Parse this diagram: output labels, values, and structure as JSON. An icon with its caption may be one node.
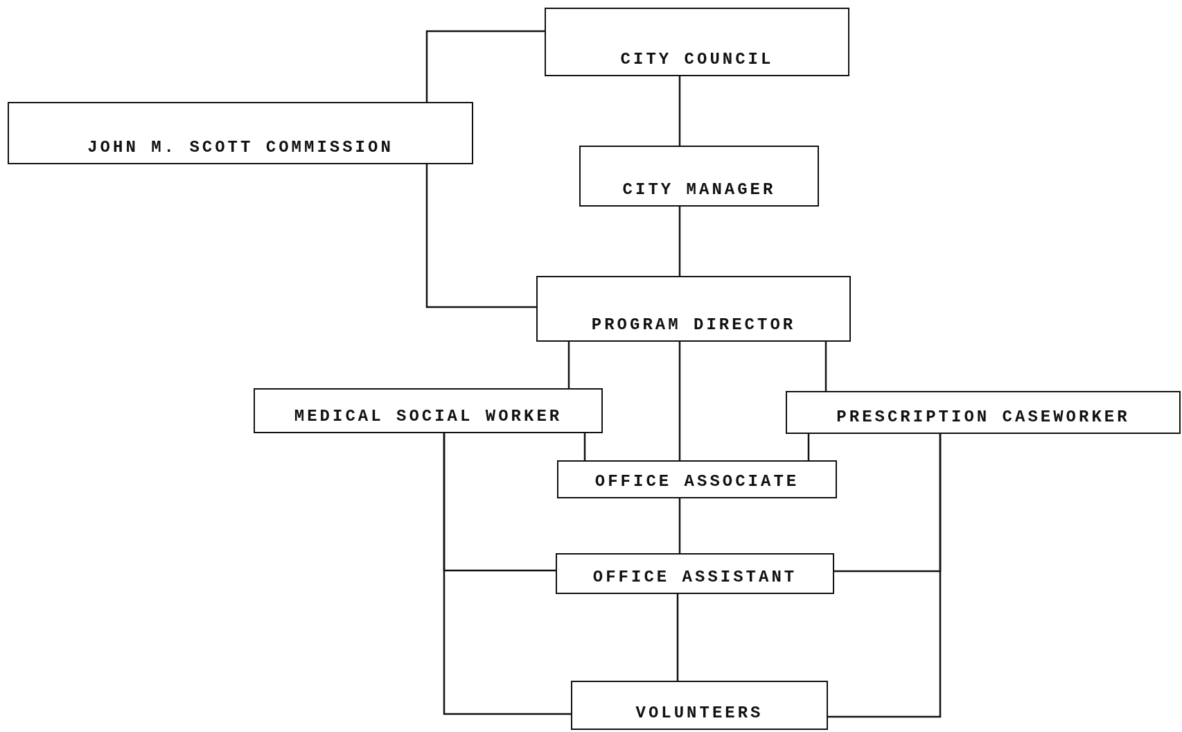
{
  "diagram": {
    "nodes": [
      {
        "text": [
          "CITY COUNCIL"
        ]
      },
      {
        "text": [
          "JOHN M. SCOTT COMMISSION"
        ]
      },
      {
        "text": [
          "CITY MANAGER"
        ]
      },
      {
        "text": [
          "PROGRAM DIRECTOR"
        ]
      },
      {
        "text": [
          "MEDICAL SOCIAL WORKER"
        ]
      },
      {
        "text": [
          "PRESCRIPTION CASEWORKER"
        ]
      },
      {
        "text": [
          "OFFICE ASSOCIATE"
        ]
      },
      {
        "text": [
          "OFFICE ASSISTANT"
        ]
      },
      {
        "text": [
          "VOLUNTEERS"
        ]
      }
    ],
    "edges": [
      {
        "from": 0,
        "to": 1,
        "arrow": "none"
      },
      {
        "from": 1,
        "to": 3,
        "arrow": "none"
      },
      {
        "from": 0,
        "to": 2,
        "arrow": "none"
      },
      {
        "from": 2,
        "to": 3,
        "arrow": "none"
      },
      {
        "from": 3,
        "to": 4,
        "arrow": "none"
      },
      {
        "from": 3,
        "to": 6,
        "arrow": "none"
      },
      {
        "from": 3,
        "to": 5,
        "arrow": "none"
      },
      {
        "from": 4,
        "to": 6,
        "arrow": "none"
      },
      {
        "from": 5,
        "to": 6,
        "arrow": "none"
      },
      {
        "from": 6,
        "to": 7,
        "arrow": "none"
      },
      {
        "from": 4,
        "to": 7,
        "arrow": "none"
      },
      {
        "from": 4,
        "to": 8,
        "arrow": "none"
      },
      {
        "from": 5,
        "to": 7,
        "arrow": "none"
      },
      {
        "from": 5,
        "to": 8,
        "arrow": "none"
      },
      {
        "from": 7,
        "to": 8,
        "arrow": "none"
      }
    ]
  }
}
